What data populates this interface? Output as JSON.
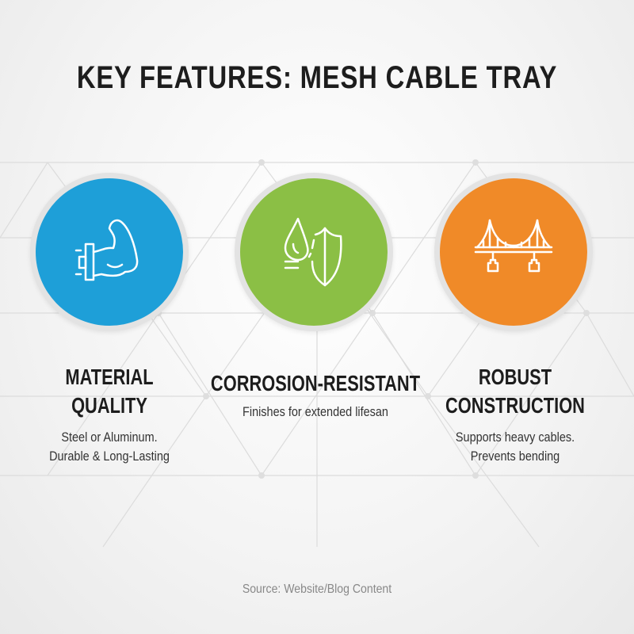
{
  "title": "KEY FEATURES: MESH CABLE TRAY",
  "features": [
    {
      "title_line1": "MATERIAL",
      "title_line2": "QUALITY",
      "desc_line1": "Steel or Aluminum.",
      "desc_line2": "Durable & Long-Lasting",
      "color": "#1e9fd8",
      "icon": "flexed-arm-icon"
    },
    {
      "title_line1": "CORROSION-RESISTANT",
      "desc_line1": "Finishes for extended lifesan",
      "color": "#8bbf45",
      "icon": "water-drop-shield-icon"
    },
    {
      "title_line1": "ROBUST",
      "title_line2": "CONSTRUCTION",
      "desc_line1": "Supports heavy cables.",
      "desc_line2": "Prevents bending",
      "color": "#f08a28",
      "icon": "suspension-bridge-icon"
    }
  ],
  "source": "Source: Website/Blog Content"
}
